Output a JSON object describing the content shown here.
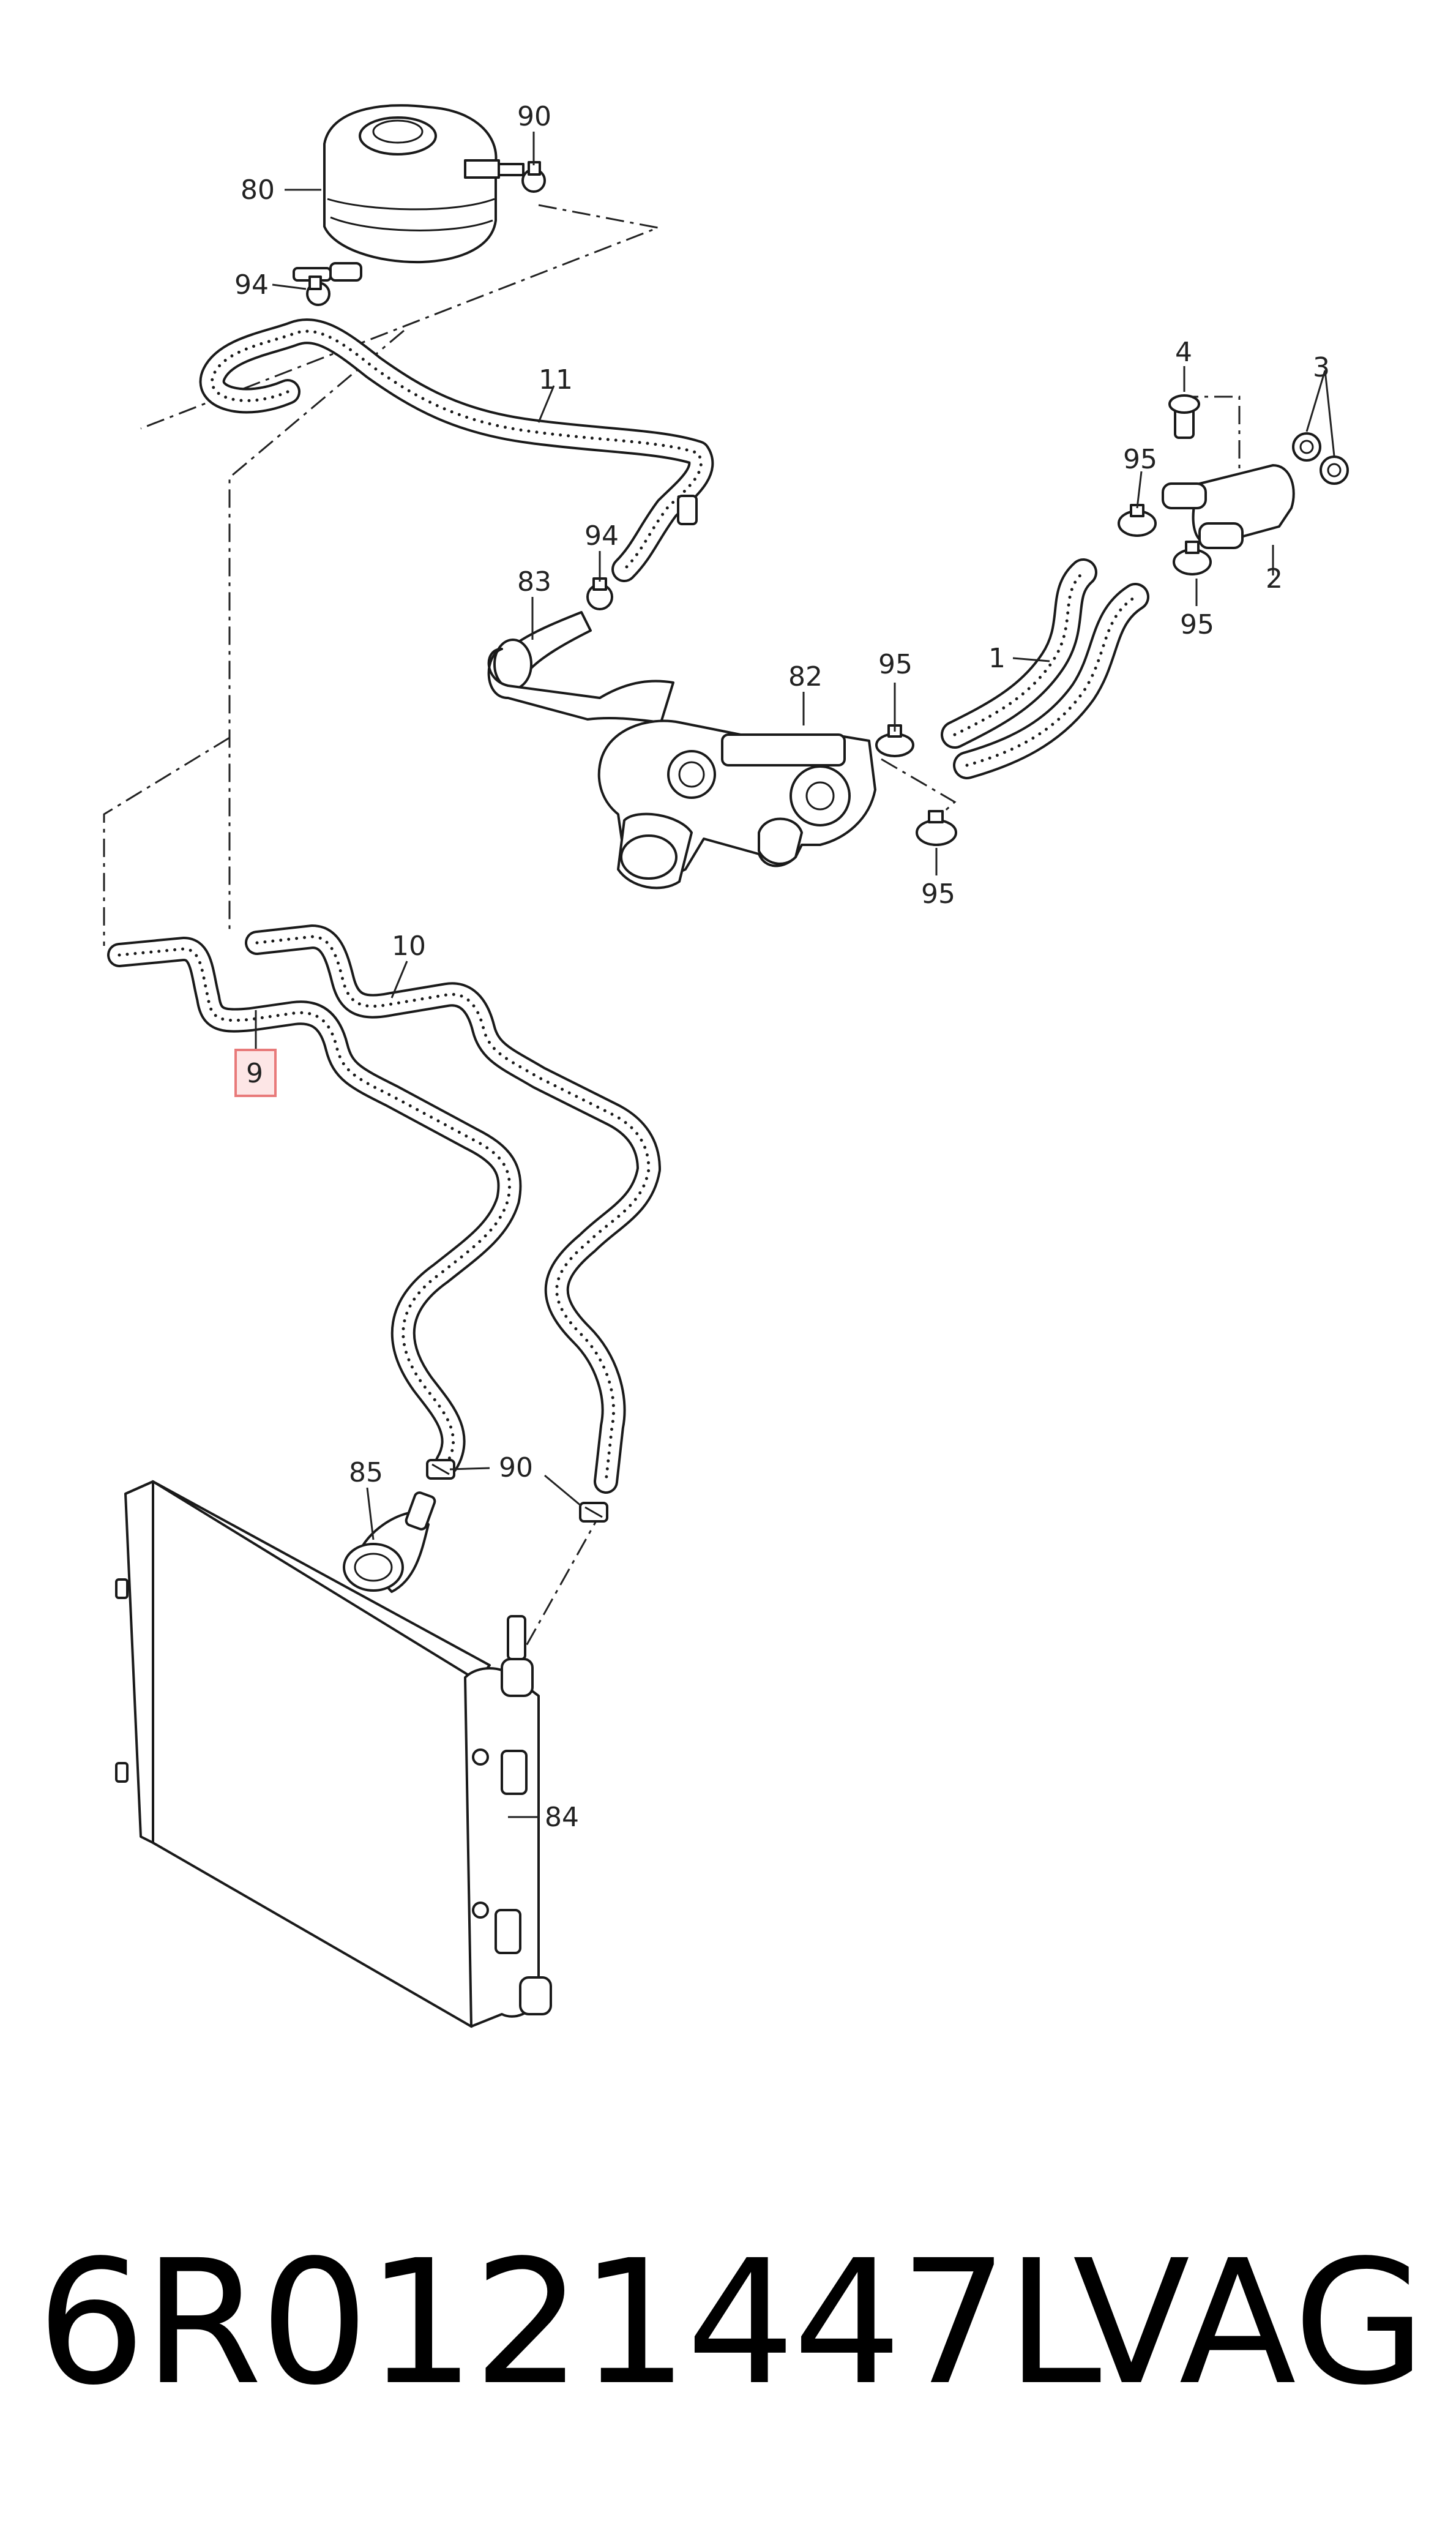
{
  "diagram": {
    "callouts": {
      "c80": "80",
      "c90a": "90",
      "c94a": "94",
      "c11": "11",
      "c4": "4",
      "c3": "3",
      "c95a": "95",
      "c2": "2",
      "c95b": "95",
      "c94b": "94",
      "c83": "83",
      "c82": "82",
      "c95c": "95",
      "c1": "1",
      "c95d": "95",
      "c10": "10",
      "c9": "9",
      "c85": "85",
      "c90b": "90",
      "c84": "84"
    },
    "highlight_color": "#e87a7a",
    "highlight_fill": "#fde6e6"
  },
  "footer": {
    "part_number": "6R0121447L",
    "brand": "VAG"
  }
}
